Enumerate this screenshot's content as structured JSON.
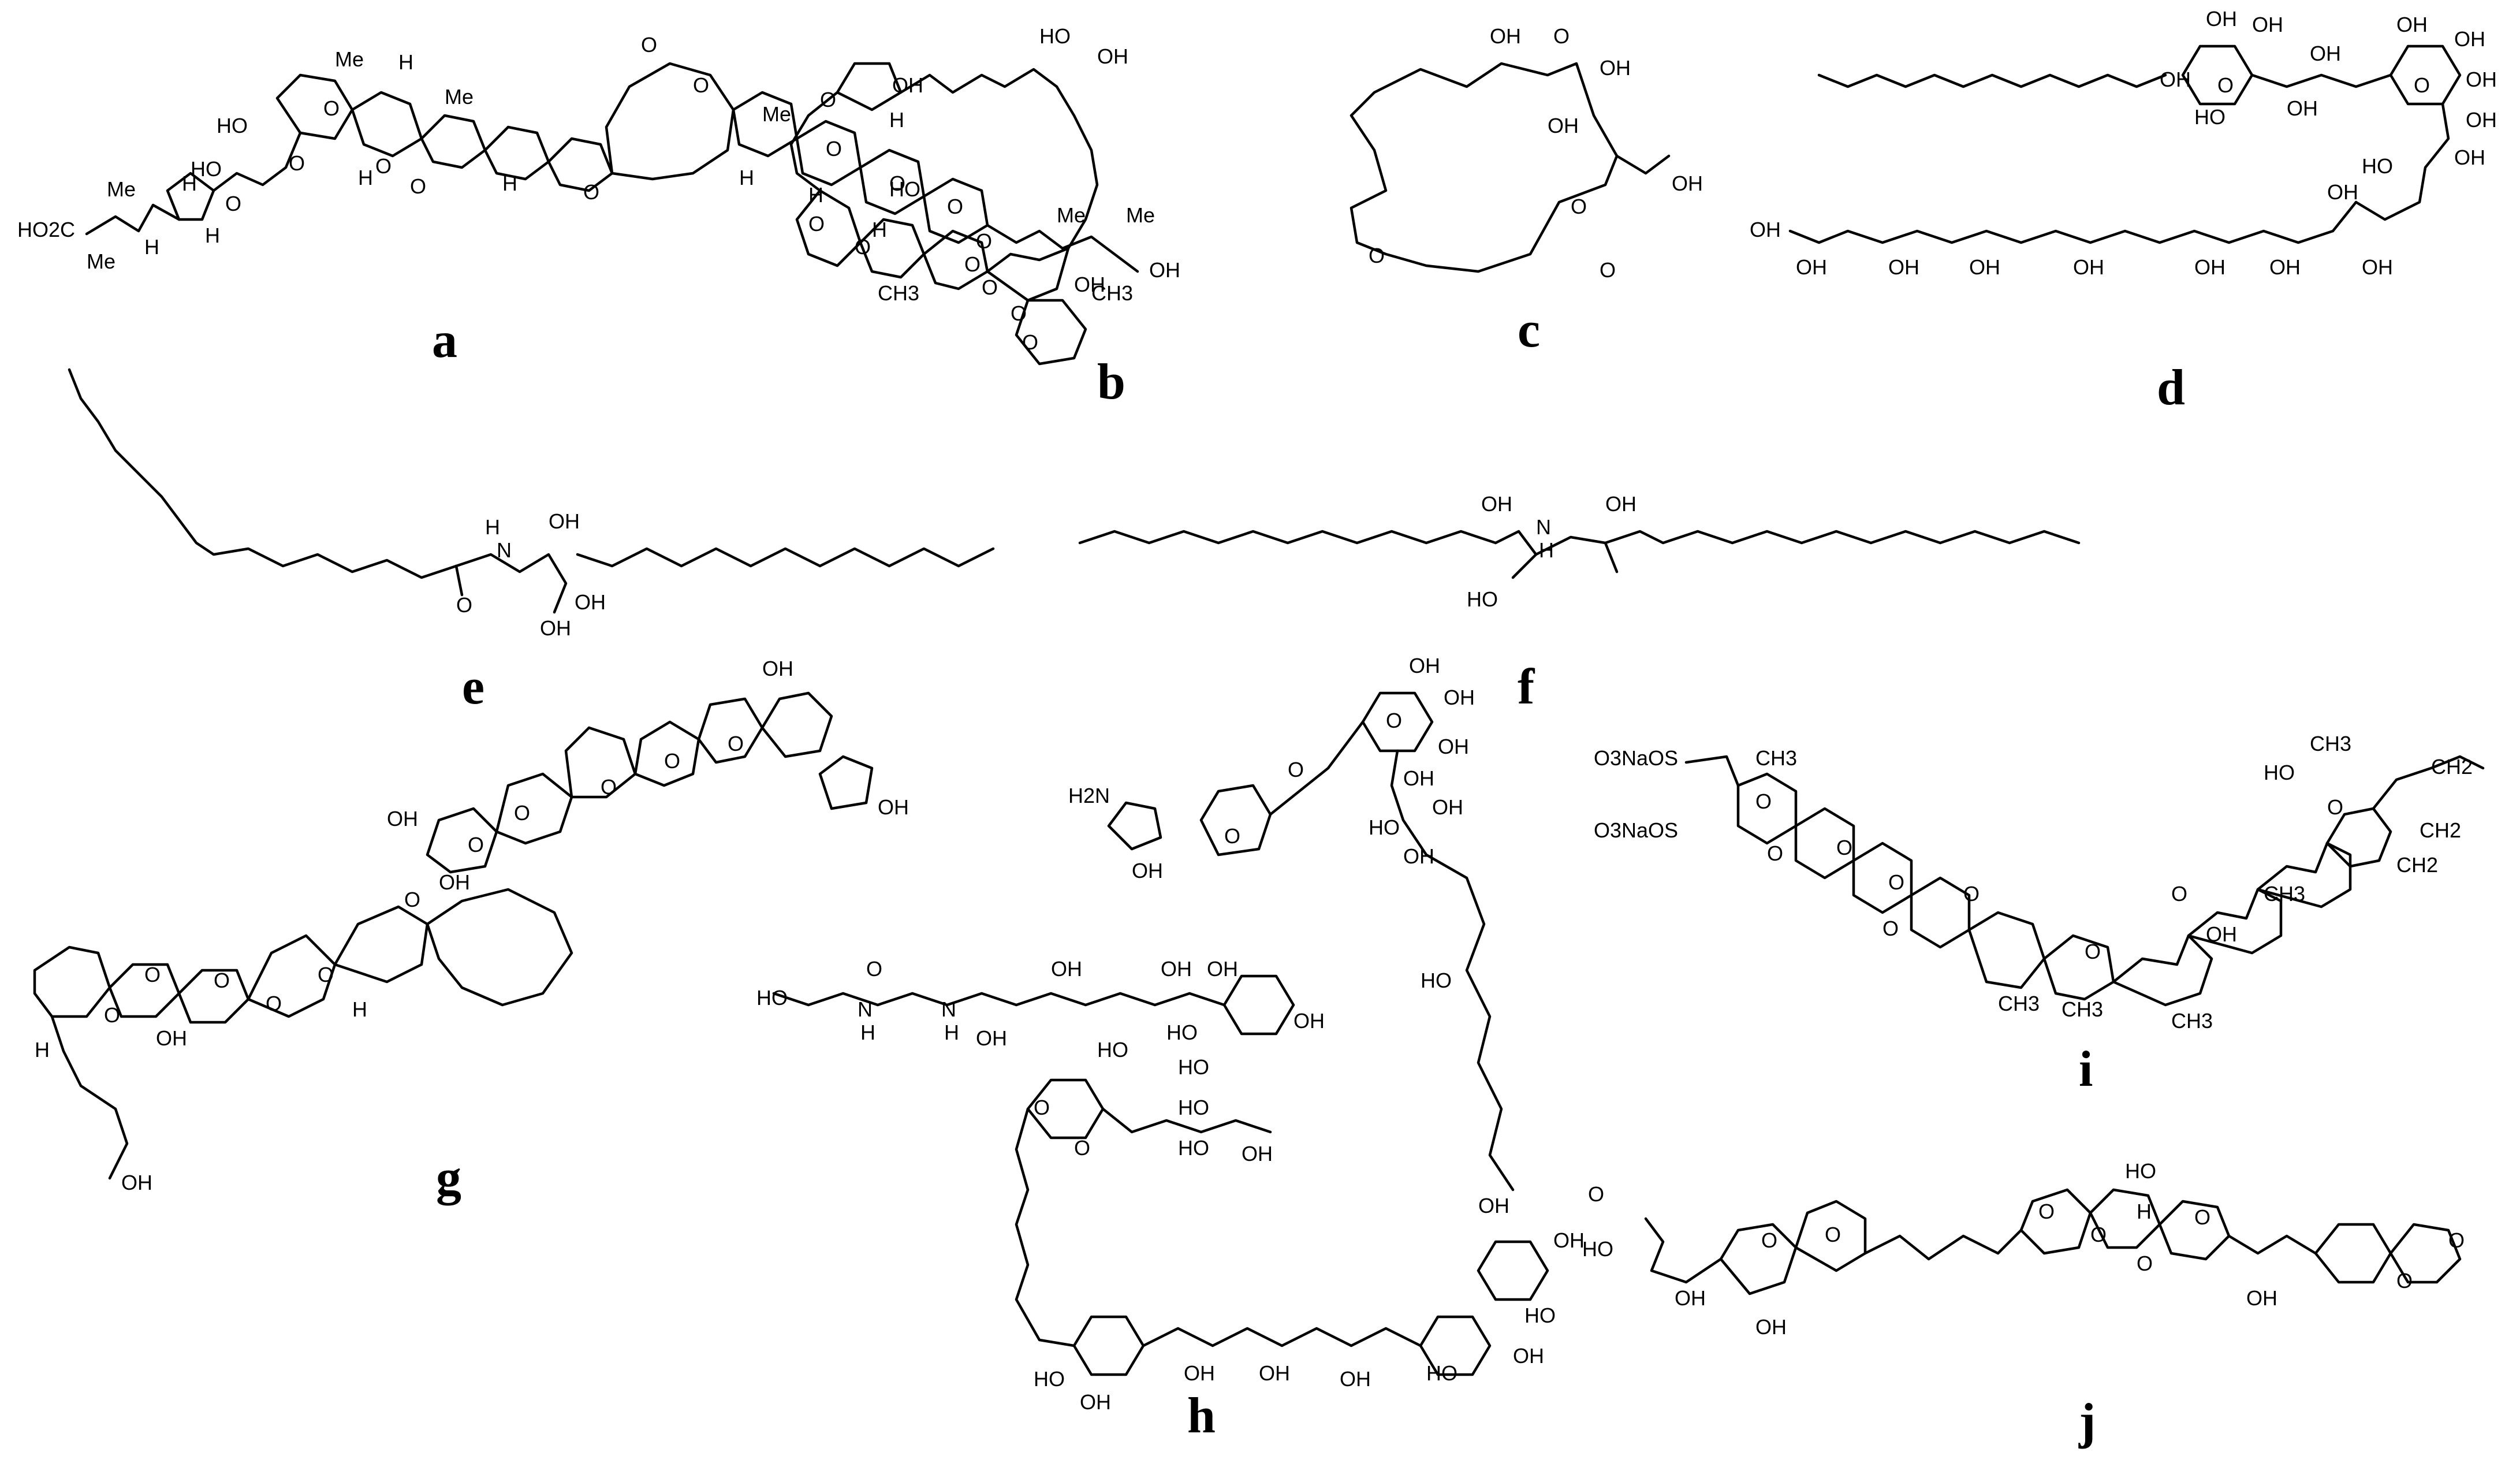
{
  "figure": {
    "panel_labels": [
      "a",
      "b",
      "c",
      "d",
      "e",
      "f",
      "g",
      "h",
      "i",
      "j"
    ],
    "atom_labels": {
      "a": [
        "HO2C",
        "Me",
        "HO",
        "O",
        "H",
        "H",
        "HO",
        "O",
        "Me",
        "O",
        "O",
        "H",
        "H",
        "Me",
        "O",
        "H",
        "O",
        "O",
        "Me",
        "O",
        "O",
        "OH",
        "O",
        "O",
        "H",
        "H",
        "H",
        "O",
        "Me",
        "Me",
        "OH",
        "H",
        "Me",
        "H"
      ],
      "b": [
        "O",
        "HO",
        "OH",
        "O",
        "HO",
        "O",
        "O",
        "O",
        "O",
        "OH",
        "O",
        "CH3",
        "CH3"
      ],
      "c": [
        "OH",
        "O",
        "OH",
        "OH",
        "O",
        "OH",
        "O",
        "O"
      ],
      "d": [
        "OH",
        "OH",
        "HO",
        "OH",
        "OH",
        "O",
        "OH",
        "OH",
        "OH",
        "OH",
        "OH",
        "O",
        "OH",
        "HO",
        "OH",
        "OH",
        "OH",
        "OH",
        "OH",
        "OH",
        "OH",
        "OH",
        "OH"
      ],
      "e": [
        "H",
        "N",
        "OH",
        "O",
        "OH",
        "OH"
      ],
      "f": [
        "OH",
        "N",
        "H",
        "OH",
        "HO"
      ],
      "g": [
        "O",
        "O",
        "O",
        "O",
        "H",
        "O",
        "OH",
        "OH",
        "O",
        "OH",
        "O",
        "O",
        "O",
        "O",
        "O",
        "OH",
        "H",
        "OH",
        "OH"
      ],
      "h": [
        "H2N",
        "OH",
        "O",
        "O",
        "OH",
        "OH",
        "OH",
        "OH",
        "OH",
        "HO",
        "OH",
        "O",
        "HO",
        "HO",
        "O",
        "N",
        "H",
        "N",
        "H",
        "OH",
        "OH",
        "HO",
        "OH",
        "OH",
        "HO",
        "OH",
        "HO",
        "HO",
        "HO",
        "O",
        "O",
        "OH",
        "HO",
        "OH",
        "OH",
        "OH",
        "OH",
        "HO",
        "OH",
        "HO",
        "OH",
        "OH"
      ],
      "i": [
        "O3NaOS",
        "CH3",
        "O3NaOS",
        "O",
        "O",
        "O",
        "O",
        "O",
        "O",
        "CH3",
        "CH3",
        "O",
        "CH3",
        "O",
        "HO",
        "CH3",
        "CH2",
        "CH2",
        "CH2",
        "OH",
        "CH3",
        "O"
      ],
      "j": [
        "O",
        "HO",
        "OH",
        "O",
        "O",
        "OH",
        "O",
        "O",
        "HO",
        "H",
        "O",
        "O",
        "OH",
        "O",
        "O"
      ]
    }
  }
}
